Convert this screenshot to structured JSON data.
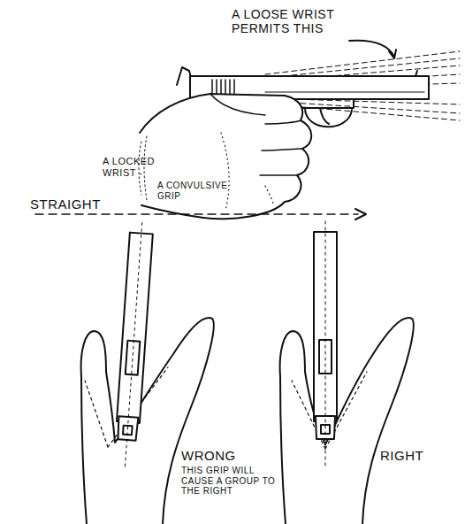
{
  "diagram": {
    "labels": [
      "A LOOSE WRIST PERMITS THIS",
      "A LOCKED WRIST -",
      "A CONVULSIVE GRIP",
      "STRAIGHT",
      "WRONG",
      "THIS GRIP WILL CAUSE A GROUP TO THE RIGHT",
      "RIGHT"
    ]
  }
}
